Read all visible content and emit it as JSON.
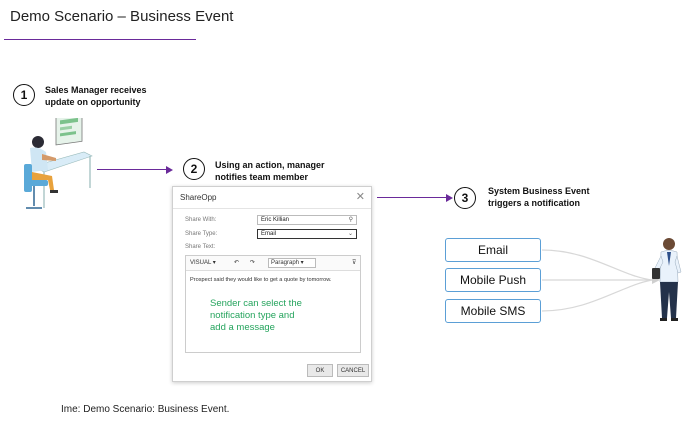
{
  "title": "Demo Scenario – Business Event",
  "steps": [
    {
      "number": "1",
      "line1": "Sales Manager receives",
      "line2": "update on opportunity"
    },
    {
      "number": "2",
      "line1": "Using an action, manager",
      "line2": "notifies team member"
    },
    {
      "number": "3",
      "line1": "System Business Event",
      "line2": "triggers a notification"
    }
  ],
  "dialog": {
    "title": "ShareOpp",
    "close": "✕",
    "share_with_label": "Share With:",
    "share_with_value": "Eric Killian",
    "share_type_label": "Share Type:",
    "share_type_value": "Email",
    "share_text_label": "Share Text:",
    "toolbar": {
      "visual": "VISUAL ▾",
      "undo": "↶",
      "redo": "↷",
      "paragraph": "Paragraph ▾",
      "clear": "⊽"
    },
    "editor_text": "Prospect said they would like to get a quote by tomorrow.",
    "note_line1": "Sender can select the",
    "note_line2": "notification type and",
    "note_line3": "add a message",
    "ok_label": "OK",
    "cancel_label": "CANCEL"
  },
  "channels": [
    "Email",
    "Mobile Push",
    "Mobile SMS"
  ],
  "caption": "Ime: Demo Scenario: Business Event.",
  "colors": {
    "accent": "#6a2a9a",
    "channel_border": "#5b9fd6",
    "note": "#25a45d"
  }
}
